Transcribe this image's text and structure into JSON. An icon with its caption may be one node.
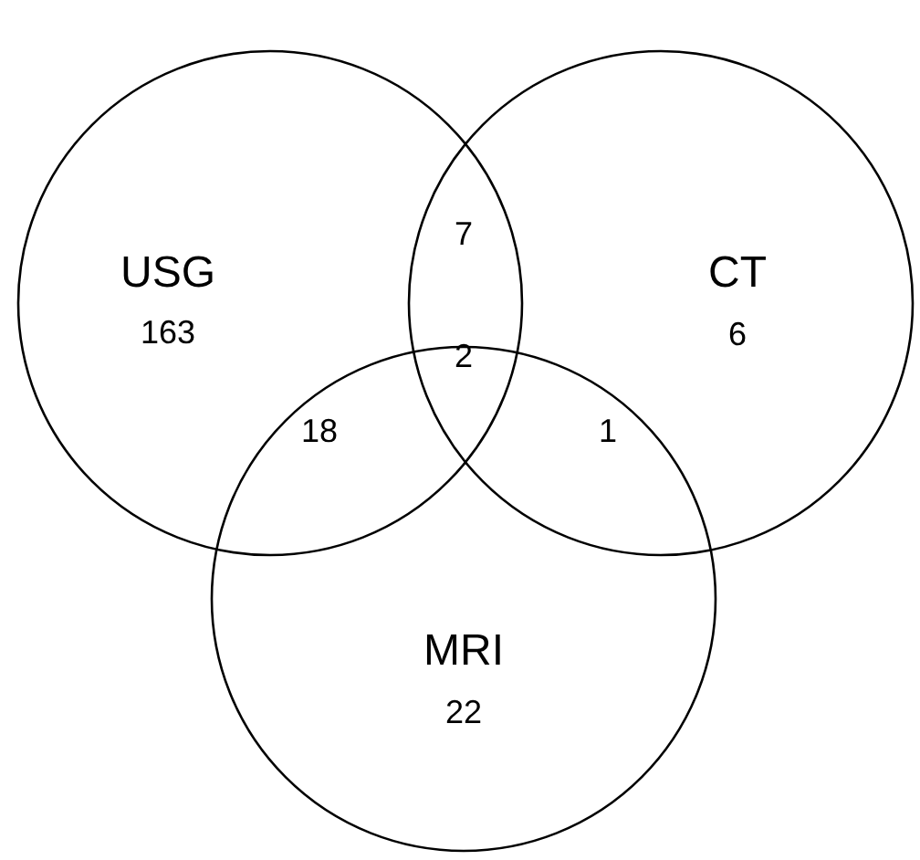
{
  "diagram": {
    "nodes": [
      {
        "text": [
          "USG",
          "163"
        ]
      },
      {
        "text": [
          "CT",
          "6"
        ]
      },
      {
        "text": [
          "MRI",
          "22"
        ]
      }
    ],
    "edges": [],
    "labels": [
      "7",
      "2",
      "18",
      "1"
    ]
  }
}
